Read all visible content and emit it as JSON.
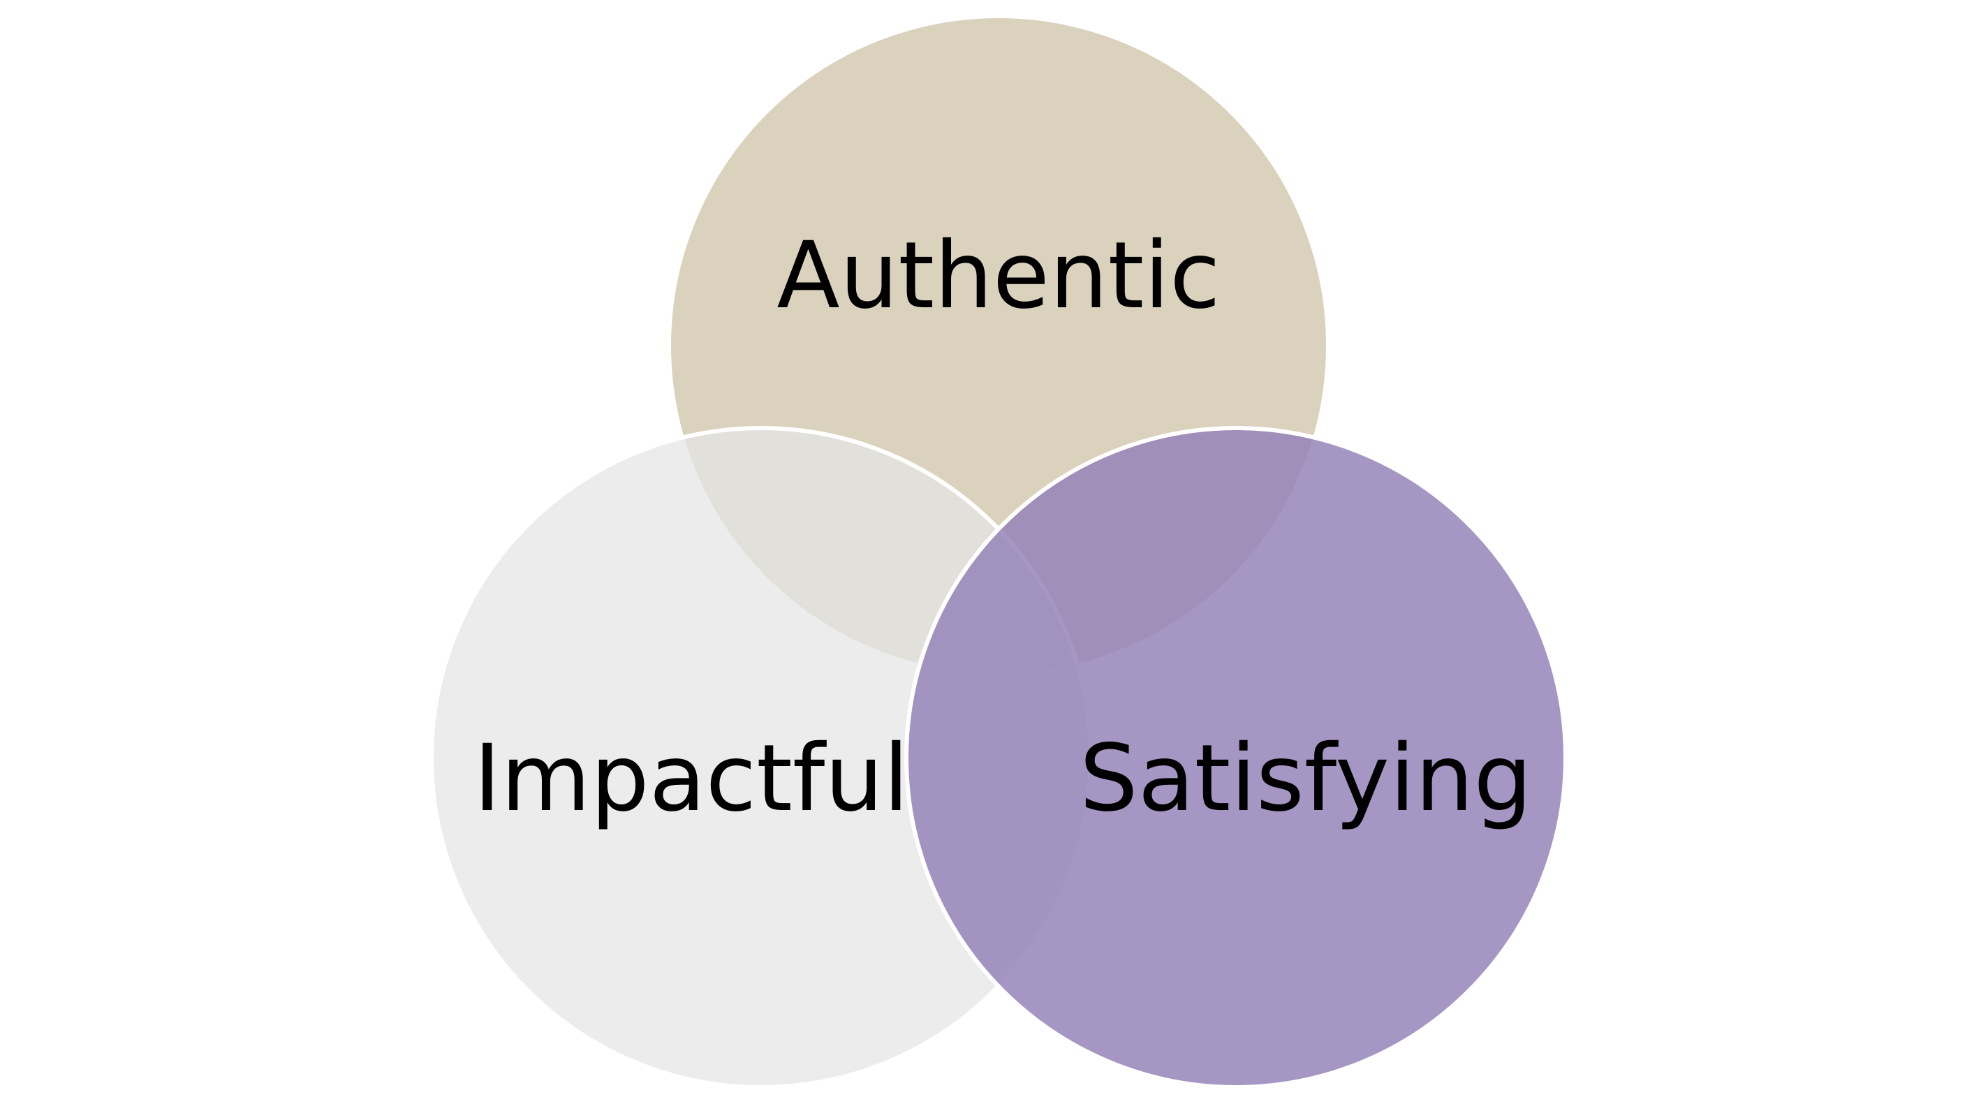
{
  "diagram": {
    "type": "venn",
    "sets": [
      {
        "id": "top",
        "label": "Authentic",
        "color": "#D2C8AE"
      },
      {
        "id": "left",
        "label": "Impactful",
        "color": "#E4E4E4"
      },
      {
        "id": "right",
        "label": "Satisfying",
        "color": "#9584B8"
      }
    ],
    "background": "#FFFFFF",
    "outline_color": "#FFFFFF"
  }
}
